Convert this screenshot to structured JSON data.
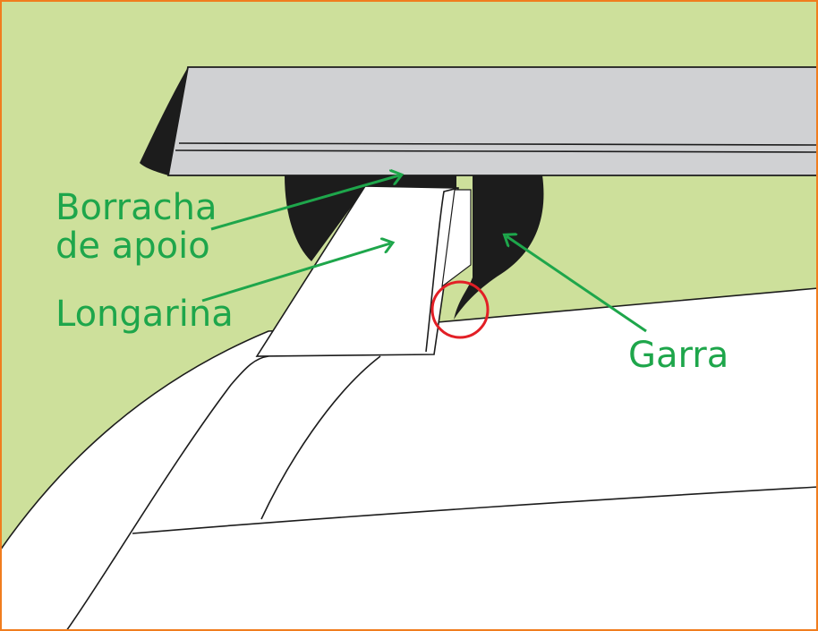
{
  "colors": {
    "background": "#cde09b",
    "frame": "#f07d1e",
    "label": "#1ea64b",
    "arrow": "#1ea64b",
    "outline": "#1c1c1c",
    "bar_fill": "#d0d1d3",
    "rubber_fill": "#1c1c1c",
    "roof_fill": "#ffffff",
    "highlight_circle": "#e21f26"
  },
  "labels": {
    "support_rubber_line1": "Borracha",
    "support_rubber_line2": "de apoio",
    "rail": "Longarina",
    "claw": "Garra"
  }
}
